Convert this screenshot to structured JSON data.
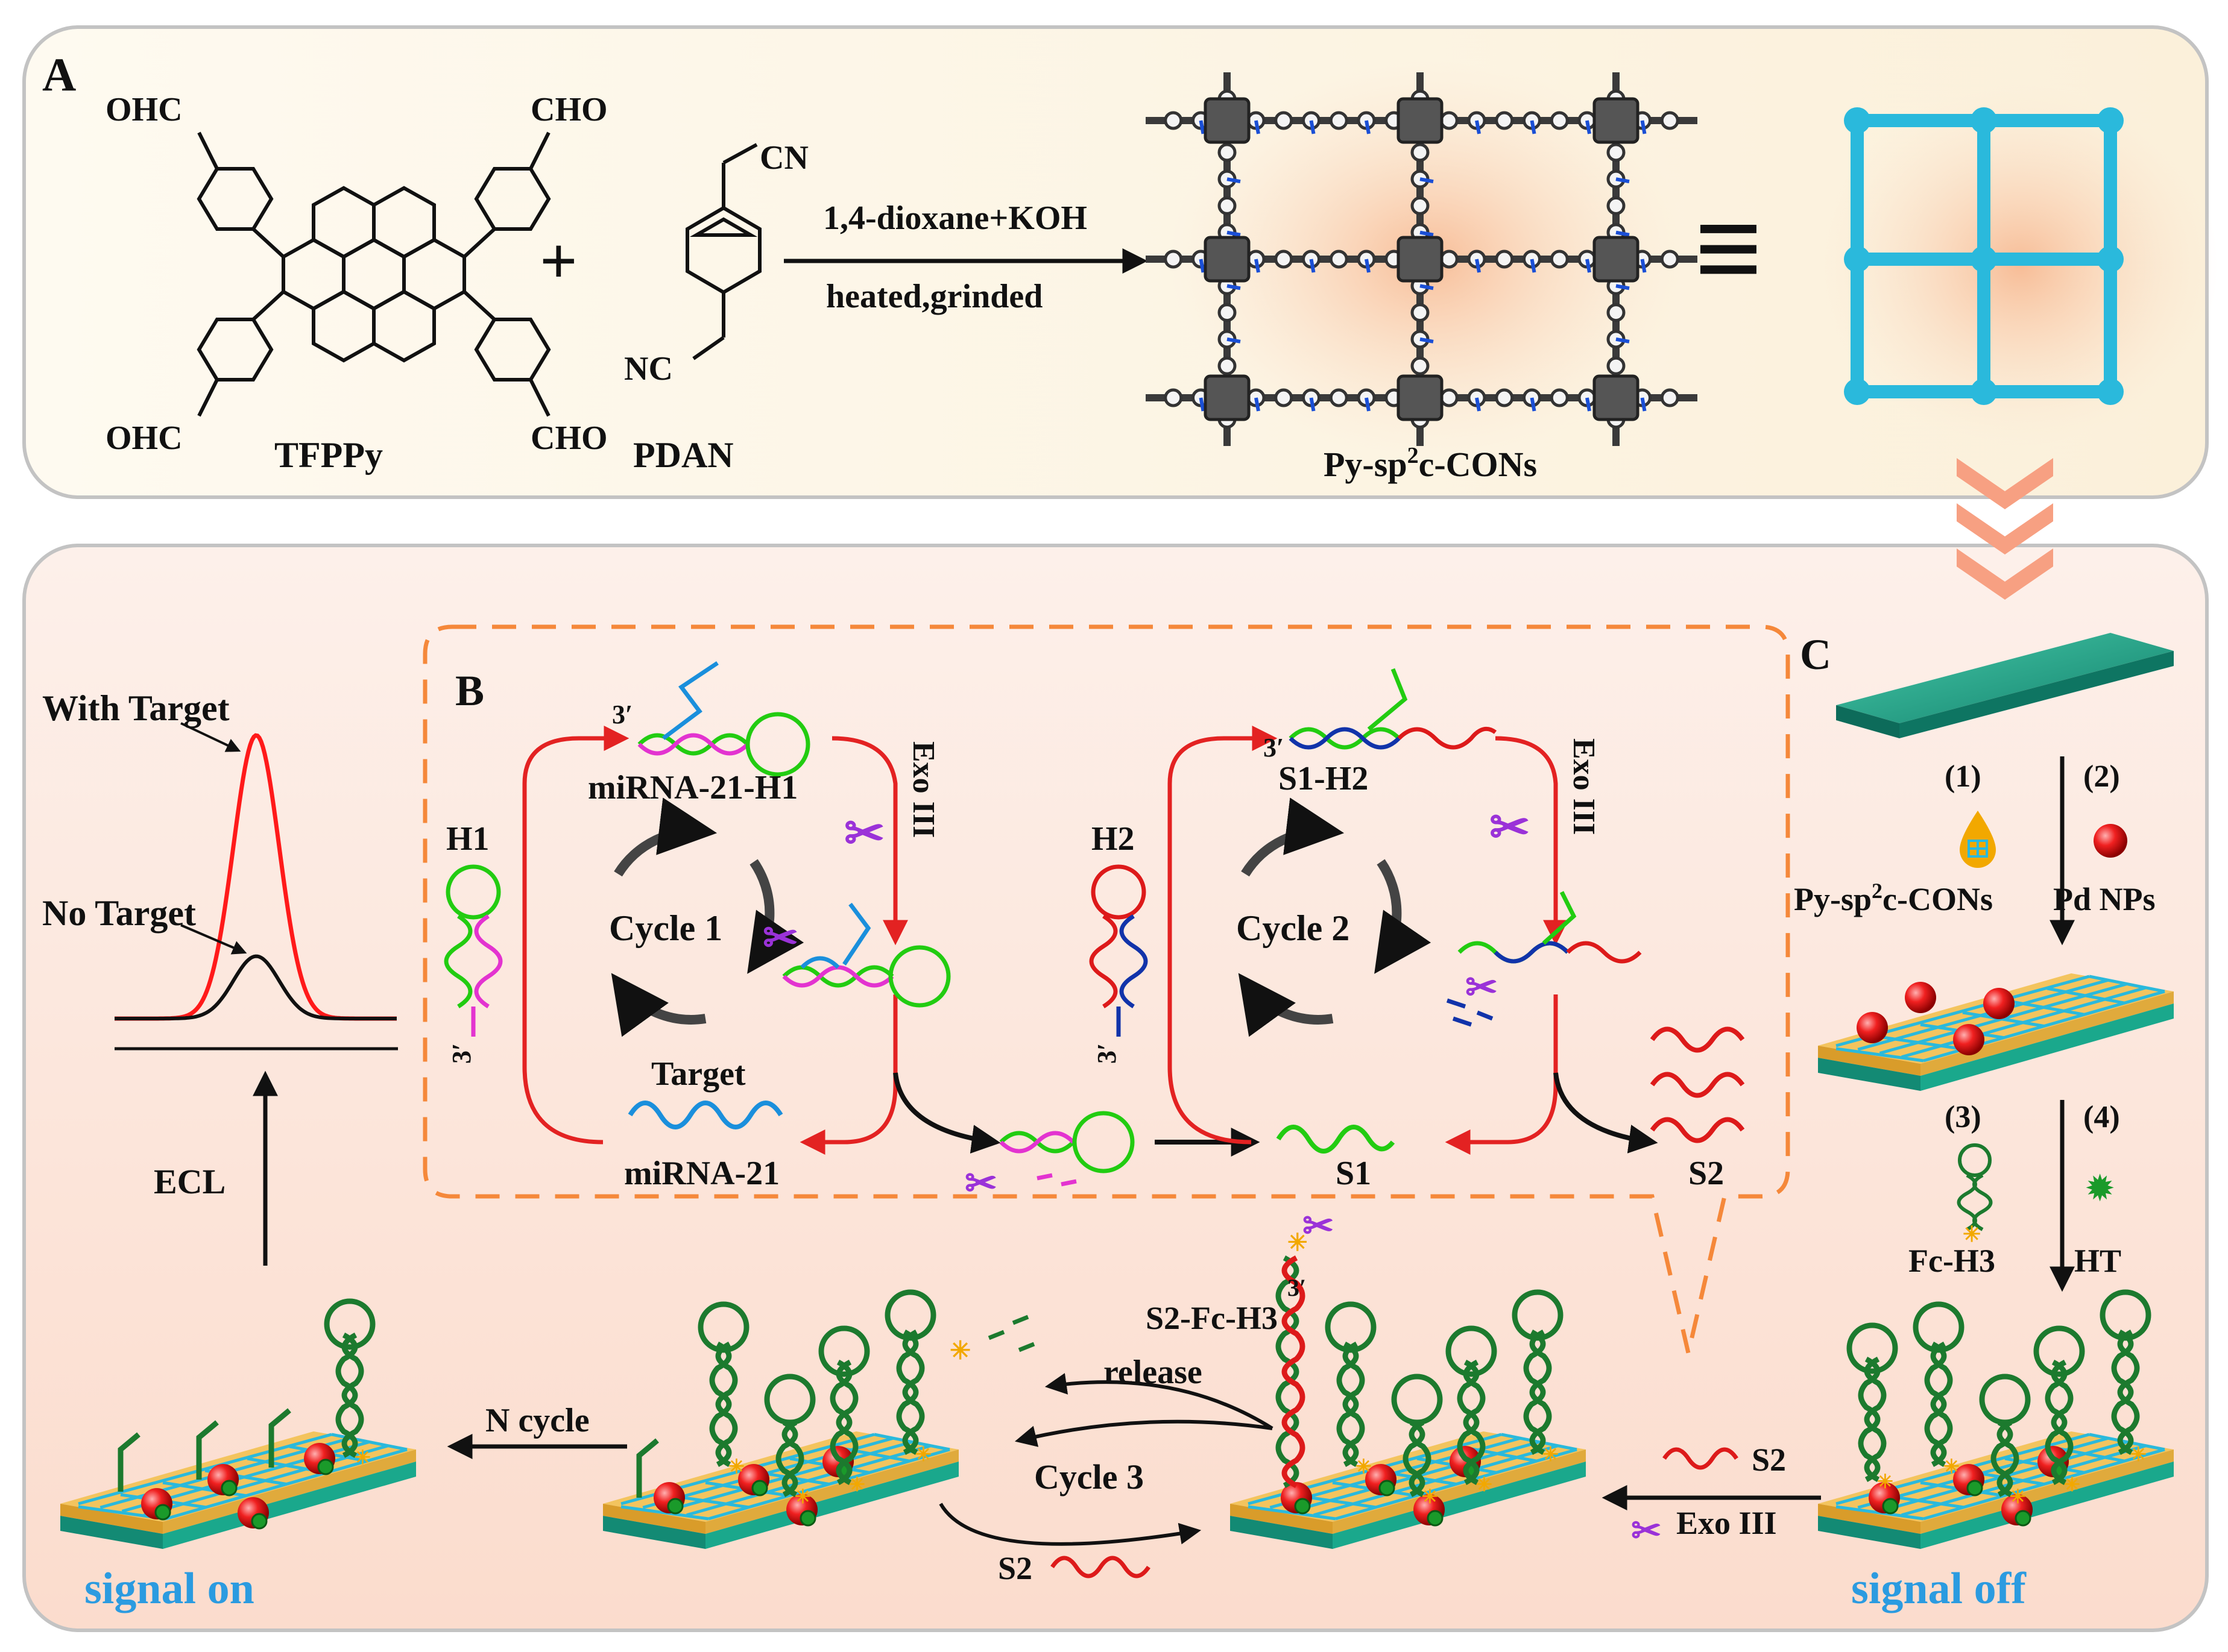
{
  "panel_a": {
    "letter": "A",
    "tfppy": {
      "label": "TFPPy",
      "cho_tl": "OHC",
      "cho_tr": "CHO",
      "cho_bl": "OHC",
      "cho_br": "CHO"
    },
    "plus": "+",
    "pdan": {
      "label": "PDAN",
      "cn_top": "CN",
      "cn_bottom": "NC"
    },
    "conditions_top": "1,4-dioxane+KOH",
    "conditions_bottom": "heated,grinded",
    "product_pre": "Py-sp",
    "product_sup": "2",
    "product_post": "c-CONs",
    "equiv": "≡"
  },
  "panel_b": {
    "letter": "B",
    "h1": "H1",
    "h2": "H2",
    "three_prime": "3′",
    "mirna_h1": "miRNA-21-H1",
    "s1_h2": "S1-H2",
    "exo_iii": "Exo III",
    "cycle1": "Cycle 1",
    "cycle2": "Cycle 2",
    "target": "Target",
    "mirna21": "miRNA-21",
    "s1": "S1",
    "s2": "S2"
  },
  "ecl_plot": {
    "with_target": "With Target",
    "no_target": "No Target",
    "ecl": "ECL",
    "curves": [
      {
        "name": "With Target",
        "color": "#ff1a1a",
        "peak": 1.0
      },
      {
        "name": "No Target",
        "color": "#111111",
        "peak": 0.22
      }
    ]
  },
  "panel_c": {
    "letter": "C",
    "step1": "(1)",
    "step2": "(2)",
    "step3": "(3)",
    "step4": "(4)",
    "pyc_pre": "Py-sp",
    "pyc_sup": "2",
    "pyc_post": "c-CONs",
    "pd_nps": "Pd NPs",
    "fc_h3": "Fc-H3",
    "ht": "HT",
    "s2": "S2",
    "exo_iii": "Exo III",
    "signal_off": "signal off"
  },
  "bottom": {
    "s2_fc_h3": "S2-Fc-H3",
    "three_prime": "3′",
    "release": "release",
    "cycle3": "Cycle 3",
    "s2": "S2",
    "n_cycle": "N cycle",
    "signal_on": "signal on"
  },
  "colors": {
    "frame_stroke": "#b9b9b9",
    "panel_a_fill": "#fdf6e6",
    "panel_c_fill": "#fce8de",
    "lattice": "#2ab9dc",
    "dashed_orange": "#f5883a",
    "arrow_red": "#e32222",
    "dna_green": "#22cc11",
    "dna_blue": "#1a8fdc",
    "dna_magenta": "#e333d0",
    "dna_red": "#dd1a1a",
    "dna_navy": "#1133aa",
    "hairpin_dark": "#1c7a2e",
    "signal_text": "#2b9be0",
    "substrate_teal": "#1e9f86",
    "pd_red": "#e81818"
  }
}
